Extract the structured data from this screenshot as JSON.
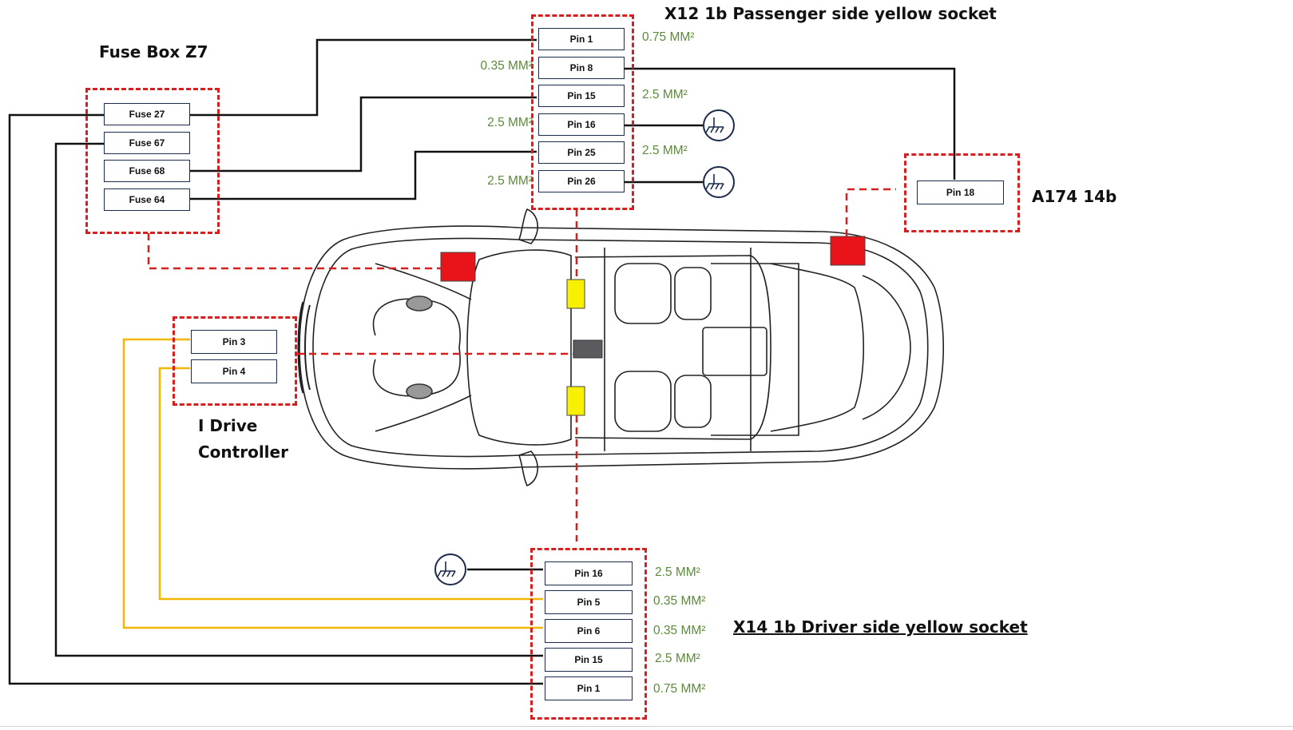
{
  "fuse_box": {
    "title": "Fuse Box Z7",
    "fuses": [
      "Fuse 27",
      "Fuse 67",
      "Fuse 68",
      "Fuse 64"
    ]
  },
  "x12": {
    "title": "X12 1b Passenger side yellow socket",
    "pins": [
      "Pin 1",
      "Pin 8",
      "Pin 15",
      "Pin 16",
      "Pin 25",
      "Pin 26"
    ],
    "gauges_right": [
      "0.75 MM²",
      "2.5 MM²",
      "2.5 MM²"
    ],
    "gauges_left": [
      "0.35 MM²",
      "2.5 MM²",
      "2.5 MM²"
    ]
  },
  "a174": {
    "title": "A174 14b",
    "pin": "Pin 18"
  },
  "idrive": {
    "title_line1": "I Drive",
    "title_line2": "Controller",
    "pins": [
      "Pin 3",
      "Pin 4"
    ]
  },
  "x14": {
    "title": "X14 1b Driver side yellow socket",
    "pins": [
      "Pin 16",
      "Pin 5",
      "Pin 6",
      "Pin 15",
      "Pin 1"
    ],
    "gauges": [
      "2.5 MM²",
      "0.35 MM²",
      "0.35 MM²",
      "2.5 MM²",
      "0.75 MM²"
    ]
  },
  "colors": {
    "wire_black": "#111111",
    "wire_yellow": "#f2b705",
    "frame_red": "#d71f1f",
    "gauge_green": "#5c8a3c",
    "module_red": "#e8141a",
    "module_yellow": "#f7f000",
    "module_grey": "#5b5b5f"
  }
}
